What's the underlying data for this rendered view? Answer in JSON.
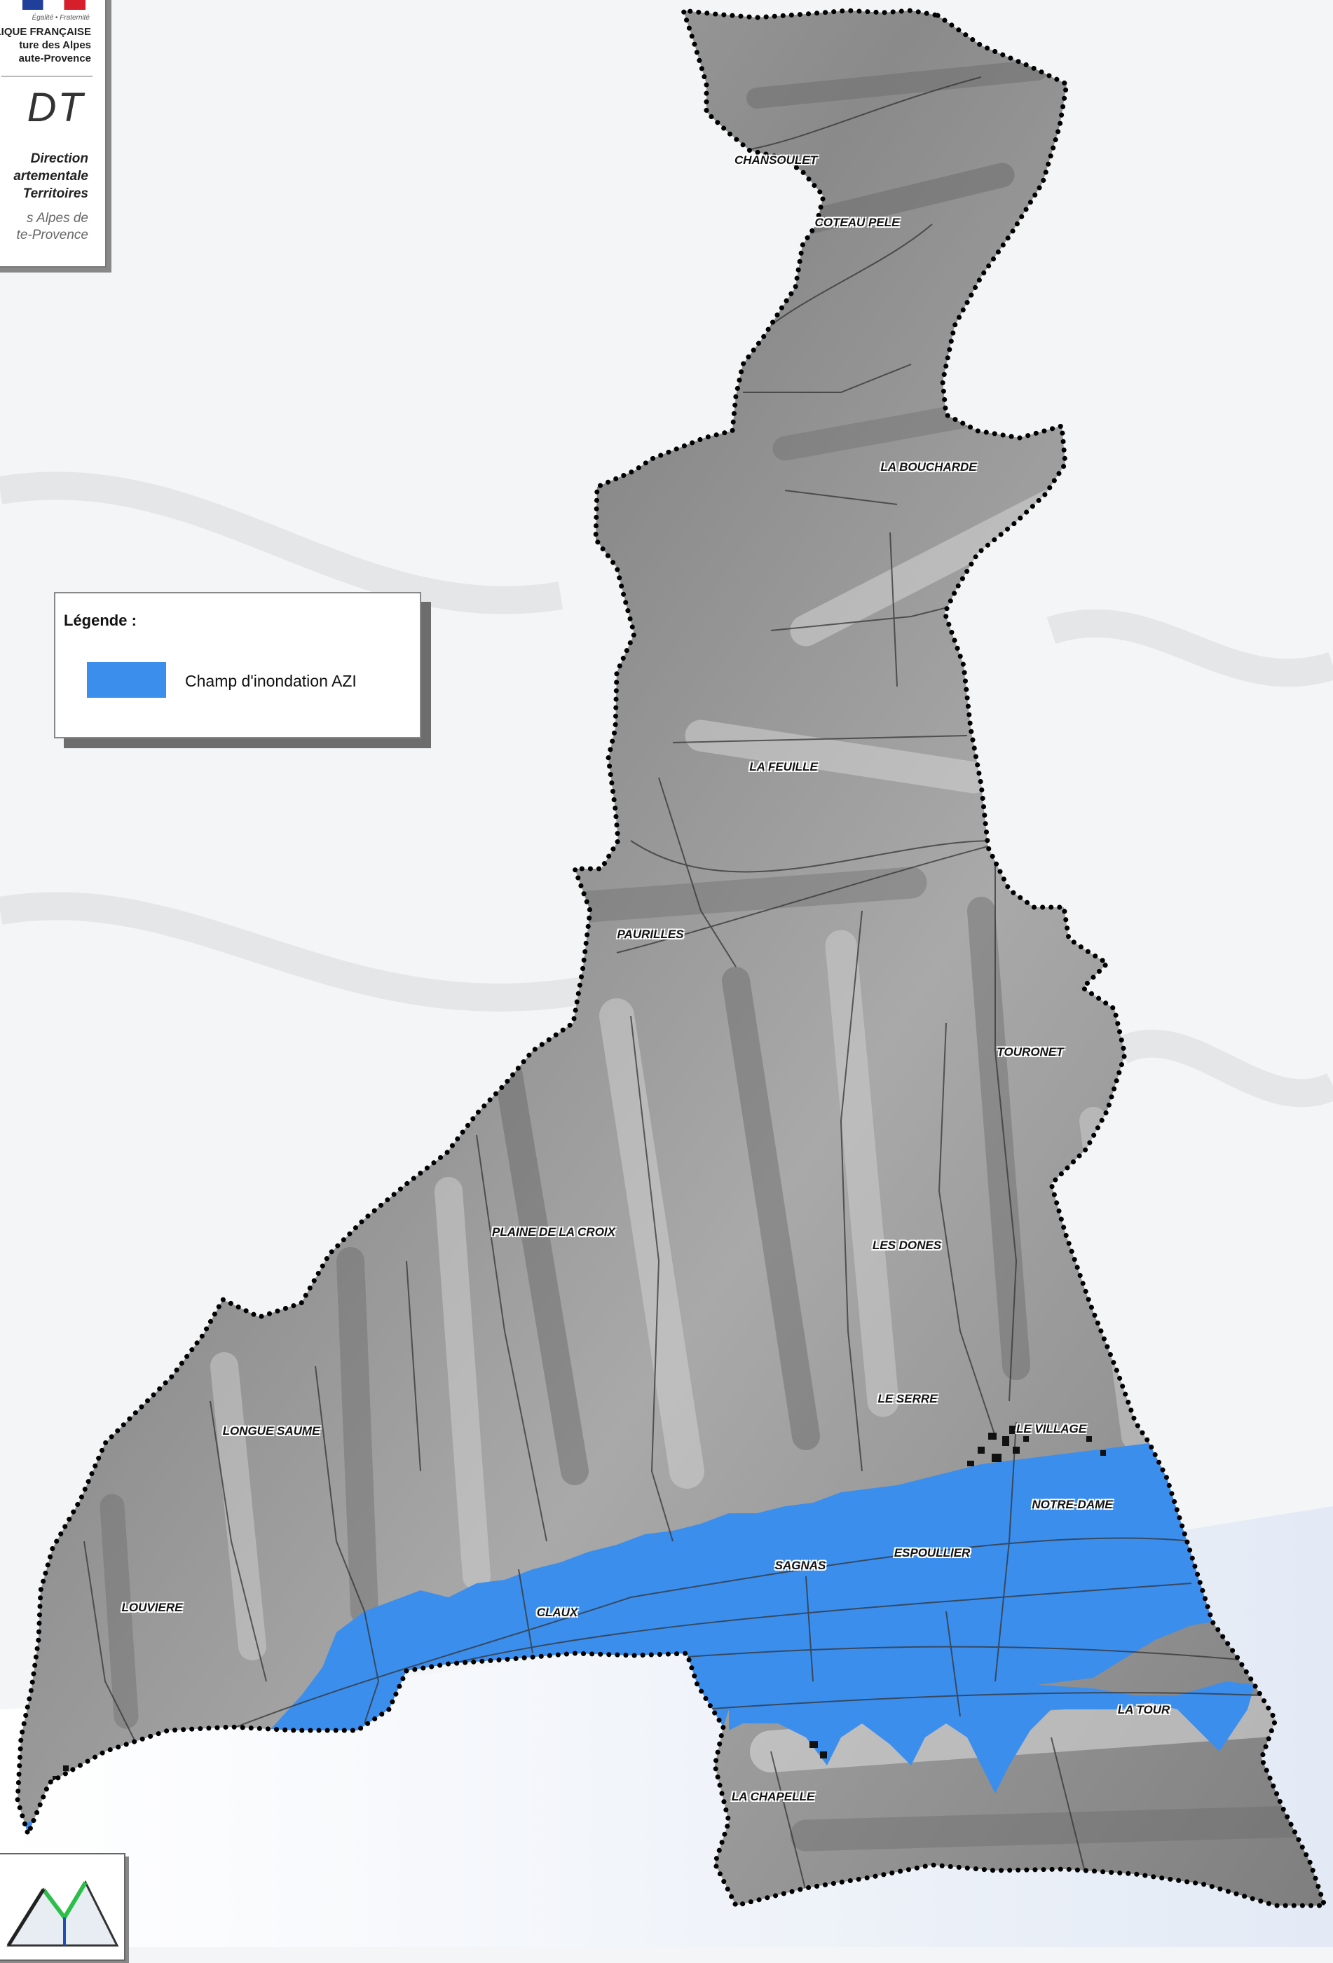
{
  "logo": {
    "motto": "Égalité • Fraternité",
    "org_lines": [
      "LIQUE FRANÇAISE",
      "ture des Alpes",
      "aute-Provence"
    ],
    "ddt": "DT",
    "direction_lines": [
      "Direction",
      "artementale",
      "Territoires"
    ],
    "dept_lines": [
      "s Alpes de",
      "te-Provence"
    ]
  },
  "legend": {
    "title": "Légende :",
    "items": [
      {
        "label": "Champ d'inondation AZI",
        "color": "#3c8eec"
      }
    ]
  },
  "places": [
    "CHANSOULET",
    "COTEAU PELE",
    "LA BOUCHARDE",
    "LA FEUILLE",
    "PAURILLES",
    "TOURONET",
    "PLAINE DE LA CROIX",
    "LES DONES",
    "LE SERRE",
    "LE VILLAGE",
    "LONGUE SAUME",
    "NOTRE-DAME",
    "ESPOULLIER",
    "SAGNAS",
    "LOUVIERE",
    "CLAUX",
    "LA TOUR",
    "LA CHAPELLE"
  ],
  "colors": {
    "boundary": "#000000",
    "terrain": "#9b9b9b",
    "flood": "#3c8eec",
    "background": "#f4f5f6",
    "river_valley": "#e6ecf6"
  }
}
